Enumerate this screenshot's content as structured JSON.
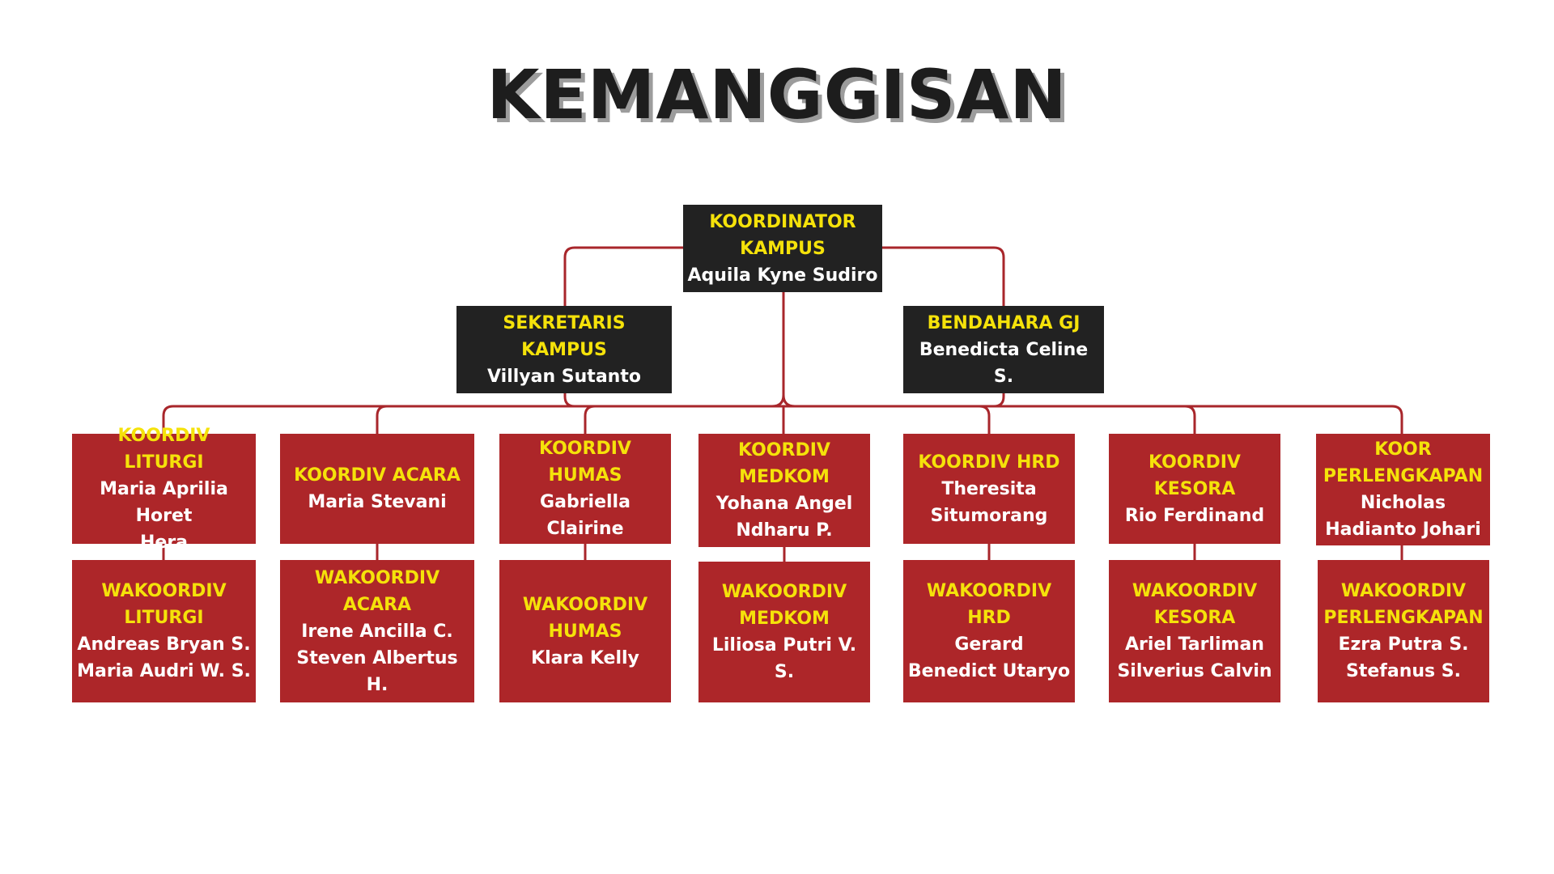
{
  "title": "KEMANGGISAN",
  "colors": {
    "dark_box": "#222222",
    "red_box": "#ad2629",
    "role_text": "#f5e20a",
    "name_text": "#ffffff",
    "connector": "#a8262b"
  },
  "coordinator": {
    "role": "KOORDINATOR\nKAMPUS",
    "name": "Aquila Kyne Sudiro"
  },
  "secretary": {
    "role": "SEKRETARIS KAMPUS",
    "name": "Villyan Sutanto"
  },
  "treasurer": {
    "role": "BENDAHARA GJ",
    "name": "Benedicta Celine S."
  },
  "divisions": [
    {
      "role": "KOORDIV LITURGI",
      "name": "Maria Aprilia Horet\nHera",
      "deputy_role": "WAKOORDIV\nLITURGI",
      "deputy_name": "Andreas Bryan S.\nMaria Audri W. S."
    },
    {
      "role": "KOORDIV ACARA",
      "name": "Maria Stevani",
      "deputy_role": "WAKOORDIV\nACARA",
      "deputy_name": "Irene Ancilla C.\nSteven Albertus H."
    },
    {
      "role": "KOORDIV HUMAS",
      "name": "Gabriella Clairine",
      "deputy_role": "WAKOORDIV\nHUMAS",
      "deputy_name": "Klara Kelly"
    },
    {
      "role": "KOORDIV\nMEDKOM",
      "name": "Yohana Angel\nNdharu P.",
      "deputy_role": "WAKOORDIV\nMEDKOM",
      "deputy_name": "Liliosa Putri V. S."
    },
    {
      "role": "KOORDIV HRD",
      "name": "Theresita\nSitumorang",
      "deputy_role": "WAKOORDIV\nHRD",
      "deputy_name": "Gerard\nBenedict Utaryo"
    },
    {
      "role": "KOORDIV\nKESORA",
      "name": "Rio Ferdinand",
      "deputy_role": "WAKOORDIV\nKESORA",
      "deputy_name": "Ariel Tarliman\nSilverius Calvin"
    },
    {
      "role": "KOOR\nPERLENGKAPAN",
      "name": "Nicholas\nHadianto Johari",
      "deputy_role": "WAKOORDIV\nPERLENGKAPAN",
      "deputy_name": "Ezra Putra S.\nStefanus S."
    }
  ]
}
